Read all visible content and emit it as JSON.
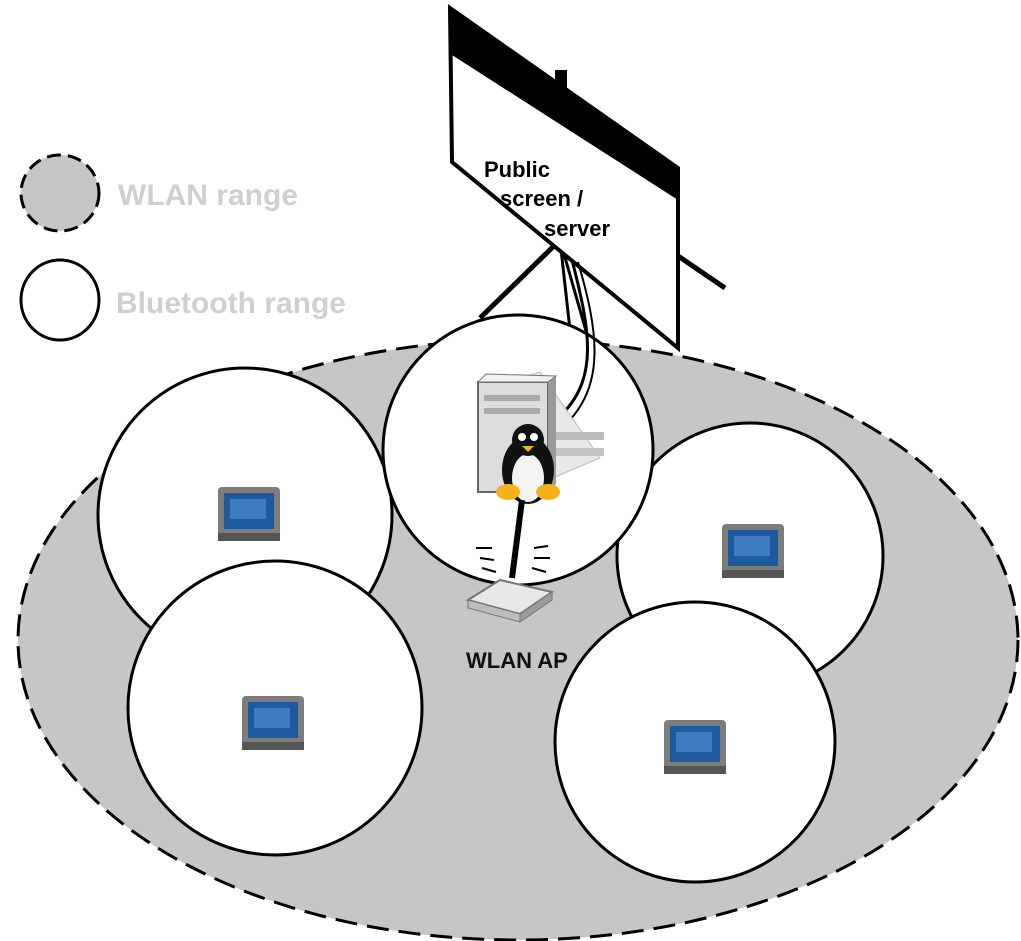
{
  "legend": {
    "wlan_label": "WLAN range",
    "bluetooth_label": "Bluetooth range"
  },
  "screen": {
    "line1": "Public",
    "line2": "screen /",
    "line3": "server"
  },
  "access_point": {
    "label": "WLAN AP"
  },
  "devices": [
    "pda-device-1",
    "pda-device-2",
    "pda-device-3",
    "pda-device-4"
  ],
  "colors": {
    "wlan_fill": "#c6c6c6",
    "bluetooth_fill": "#ffffff",
    "outline": "#000000",
    "device_screen": "#1f5a9e",
    "legend_text": "#cfcfcf",
    "penguin_beak": "#f3b21a"
  },
  "icons": {
    "server": "server-tower-icon",
    "linux": "tux-penguin-icon",
    "access_point": "wireless-router-icon",
    "device": "pda-icon",
    "screen": "projection-screen-icon"
  }
}
